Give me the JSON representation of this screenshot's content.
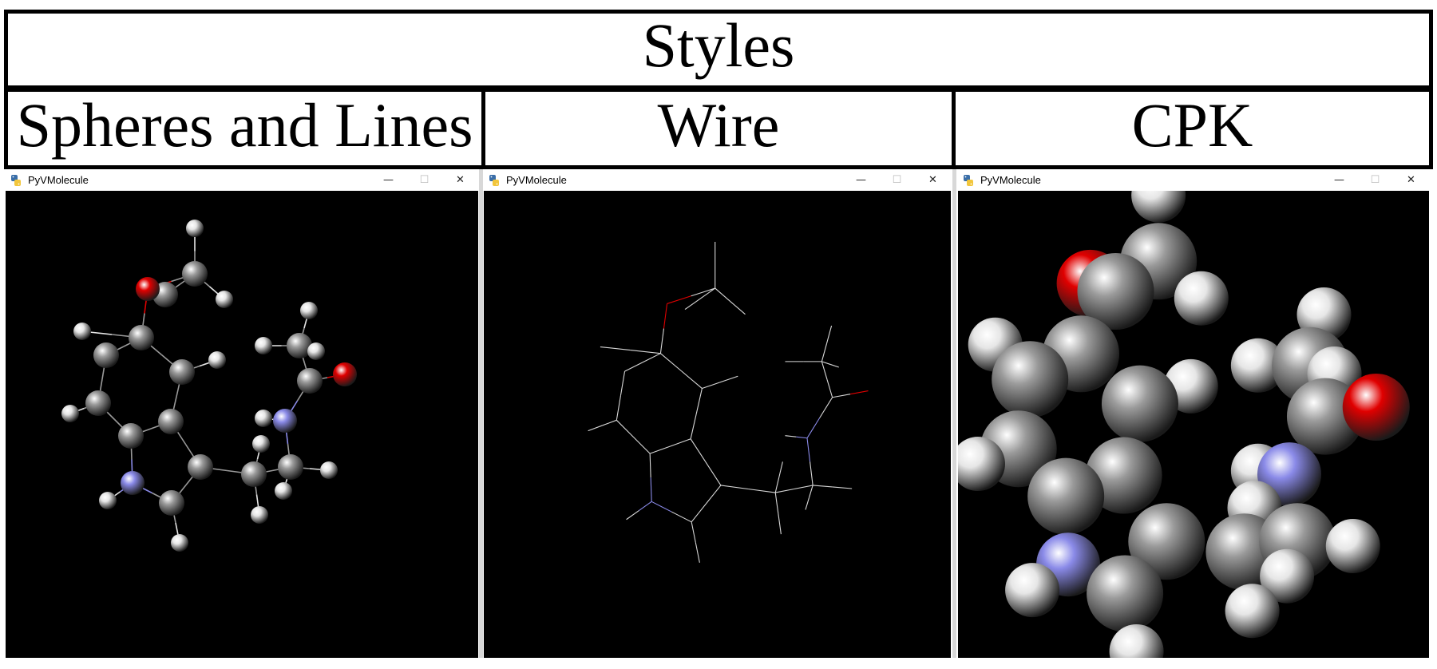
{
  "title": "Styles",
  "headers": {
    "spheres": "Spheres and Lines",
    "wire": "Wire",
    "cpk": "CPK"
  },
  "windows": [
    {
      "title": "PyVMolecule",
      "style": "spheres-and-lines"
    },
    {
      "title": "PyVMolecule",
      "style": "wire"
    },
    {
      "title": "PyVMolecule",
      "style": "cpk"
    }
  ],
  "controls": {
    "minimize": "—",
    "maximize": "☐",
    "close": "✕"
  },
  "colors": {
    "background": "#000000",
    "carbon": "#9a9a9a",
    "hydrogen": "#e6e6e6",
    "oxygen": "#e00000",
    "nitrogen": "#8a8ae8",
    "bond": "#d8d8d8"
  },
  "icons": {
    "app": "python-snake-icon",
    "minimize": "minimize-icon",
    "maximize": "maximize-icon",
    "close": "close-icon"
  }
}
